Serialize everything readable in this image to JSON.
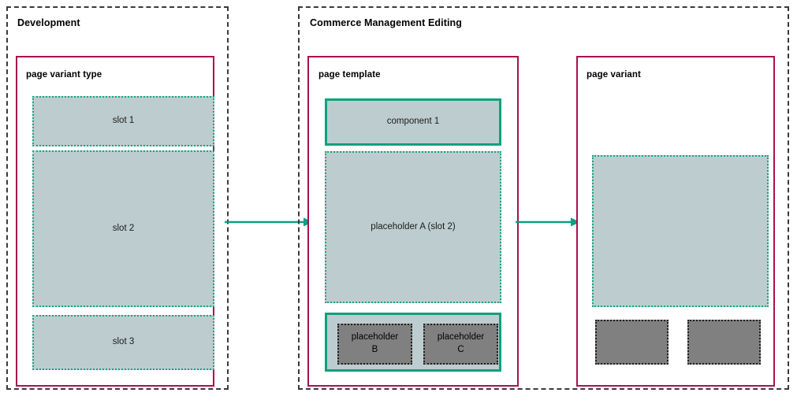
{
  "diagram": {
    "title_left": "Development",
    "title_right": "Commerce Management Editing",
    "groups": [
      {
        "id": "development",
        "label": "Development"
      },
      {
        "id": "commerce-management-editing",
        "label": "Commerce Management Editing"
      }
    ],
    "panels": [
      {
        "id": "page-variant-type",
        "label": "page variant type"
      },
      {
        "id": "page-template",
        "label": "page template"
      },
      {
        "id": "page-variant",
        "label": "page variant"
      }
    ],
    "page_variant_type": {
      "slots": [
        {
          "id": "slot-1",
          "label": "slot 1"
        },
        {
          "id": "slot-2",
          "label": "slot 2"
        },
        {
          "id": "slot-3",
          "label": "slot 3"
        }
      ]
    },
    "page_template": {
      "component": {
        "id": "component-1",
        "label": "component 1"
      },
      "placeholder_a": {
        "id": "placeholder-a",
        "label": "placeholder A (slot 2)"
      },
      "placeholders": [
        {
          "id": "placeholder-b",
          "label": "placeholder\nB",
          "line1": "placeholder",
          "line2": "B"
        },
        {
          "id": "placeholder-c",
          "label": "placeholder\nC",
          "line1": "placeholder",
          "line2": "C"
        }
      ]
    },
    "page_variant": {
      "main_region": {
        "id": "variant-main-region",
        "label": ""
      },
      "sub_regions": [
        {
          "id": "variant-region-1",
          "label": ""
        },
        {
          "id": "variant-region-2",
          "label": ""
        }
      ]
    },
    "arrows": [
      {
        "id": "arrow-development-to-template",
        "direction": "right"
      },
      {
        "id": "arrow-template-to-variant",
        "direction": "right"
      }
    ],
    "colors": {
      "panel_border": "#a9104f",
      "group_border": "#3a3a3a",
      "slot_fill": "#bdcdcf",
      "slot_border": "#18a383",
      "component_border": "#10a07e",
      "placeholder_fill": "#808080",
      "placeholder_border": "#1f1f1f",
      "arrow": "#0aa084",
      "text": "#111111",
      "background": "#ffffff"
    }
  }
}
